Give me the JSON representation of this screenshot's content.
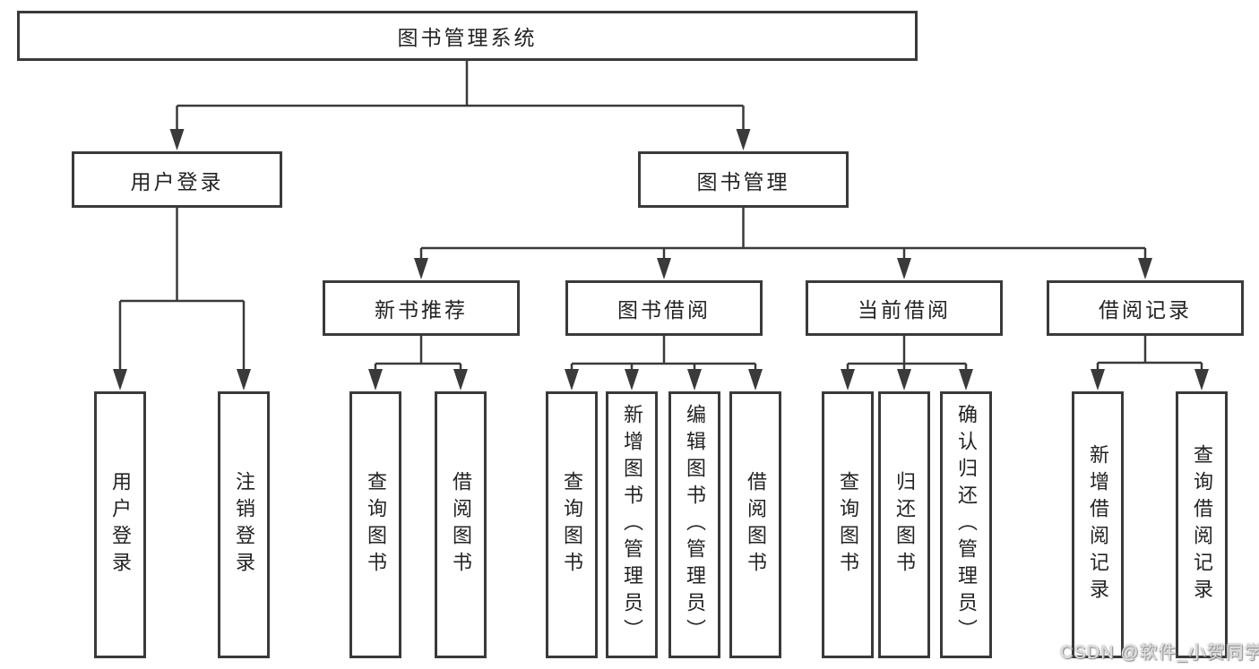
{
  "diagram": {
    "root": {
      "label": "图书管理系统"
    },
    "level2": [
      {
        "label": "用户登录",
        "parent": "图书管理系统"
      },
      {
        "label": "图书管理",
        "parent": "图书管理系统"
      }
    ],
    "level3": [
      {
        "label": "新书推荐",
        "parent": "图书管理"
      },
      {
        "label": "图书借阅",
        "parent": "图书管理"
      },
      {
        "label": "当前借阅",
        "parent": "图书管理"
      },
      {
        "label": "借阅记录",
        "parent": "图书管理"
      }
    ],
    "leaves": [
      {
        "label": "用户登录",
        "parent": "用户登录"
      },
      {
        "label": "注销登录",
        "parent": "用户登录"
      },
      {
        "label": "查询图书",
        "parent": "新书推荐"
      },
      {
        "label": "借阅图书",
        "parent": "新书推荐"
      },
      {
        "label": "查询图书",
        "parent": "图书借阅"
      },
      {
        "label": "新增图书（管理员）",
        "parent": "图书借阅"
      },
      {
        "label": "编辑图书（管理员）",
        "parent": "图书借阅"
      },
      {
        "label": "借阅图书",
        "parent": "图书借阅"
      },
      {
        "label": "查询图书",
        "parent": "当前借阅"
      },
      {
        "label": "归还图书",
        "parent": "当前借阅"
      },
      {
        "label": "确认归还（管理员）",
        "parent": "当前借阅"
      },
      {
        "label": "新增借阅记录",
        "parent": "借阅记录"
      },
      {
        "label": "查询借阅记录",
        "parent": "借阅记录"
      }
    ]
  },
  "watermark": {
    "text": "CSDN @软件_小贺同学"
  },
  "colors": {
    "line": "#3a3a3a",
    "box_border": "#3a3a3a",
    "box_fill": "#ffffff",
    "text": "#232323",
    "background": "#ffffff",
    "watermark": "#e0e0e0"
  }
}
